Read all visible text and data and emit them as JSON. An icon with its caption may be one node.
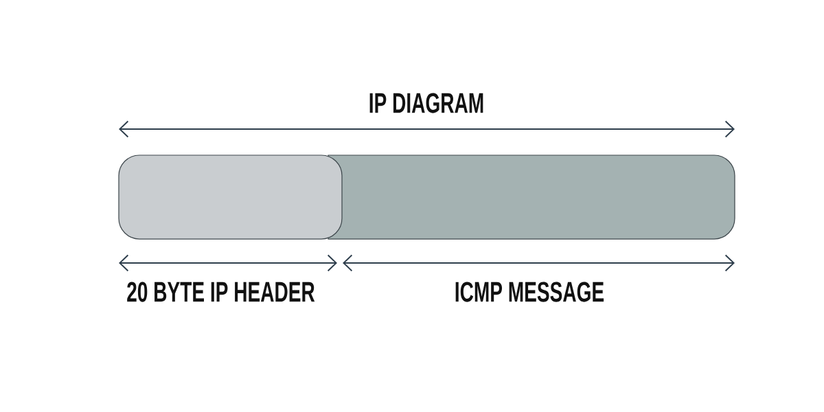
{
  "diagram": {
    "title": "IP DIAGRAM",
    "nodes": [
      {
        "text": [],
        "shape": "box",
        "beside": [
          "20 BYTE IP HEADER"
        ]
      },
      {
        "text": [],
        "shape": "box",
        "beside": [
          "ICMP MESSAGE"
        ]
      }
    ]
  }
}
